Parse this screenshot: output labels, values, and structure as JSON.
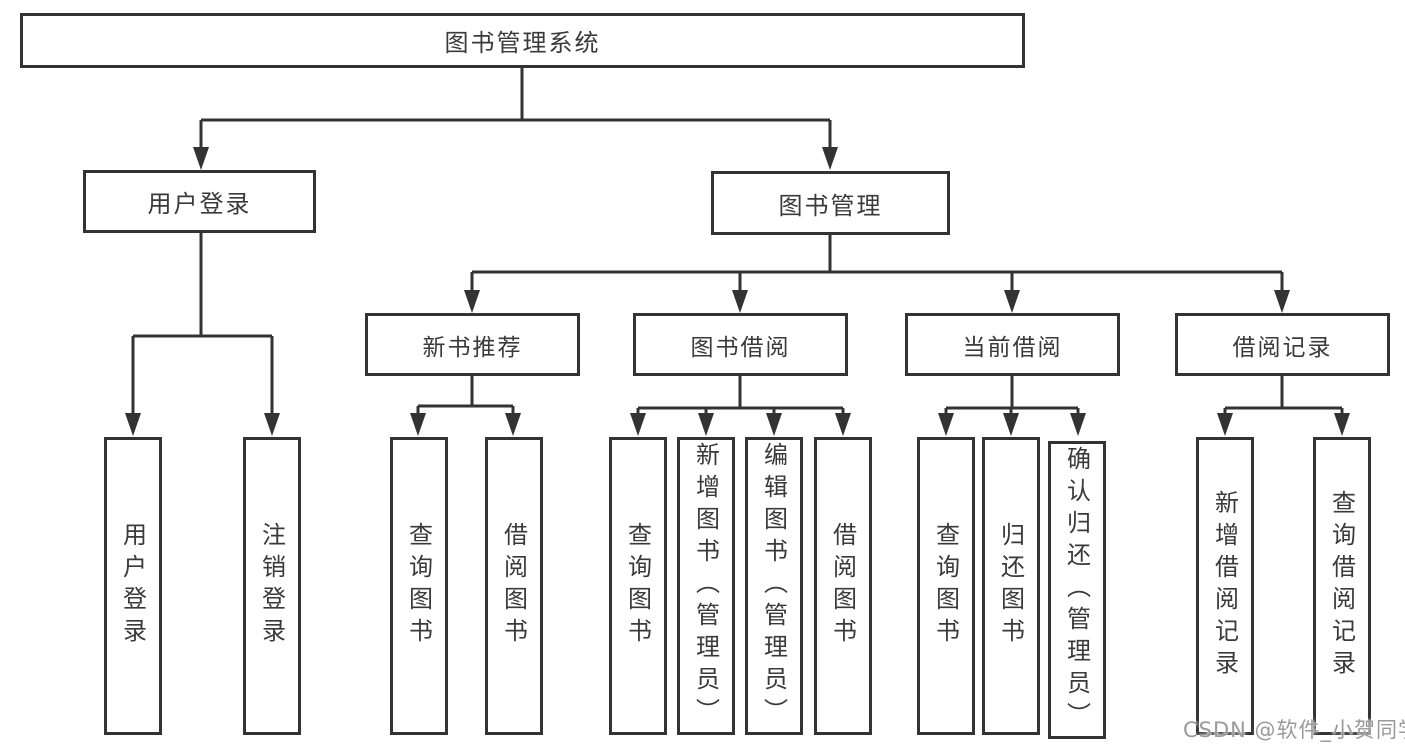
{
  "diagram_type": "hierarchy-chart",
  "tree": {
    "root": "图书管理系统",
    "children": [
      {
        "label": "用户登录",
        "leaves": [
          "用户登录",
          "注销登录"
        ]
      },
      {
        "label": "图书管理",
        "children": [
          {
            "label": "新书推荐",
            "leaves": [
              "查询图书",
              "借阅图书"
            ]
          },
          {
            "label": "图书借阅",
            "leaves": [
              "查询图书",
              "新增图书（管理员）",
              "编辑图书（管理员）",
              "借阅图书"
            ]
          },
          {
            "label": "当前借阅",
            "leaves": [
              "查询图书",
              "归还图书",
              "确认归还（管理员）"
            ]
          },
          {
            "label": "借阅记录",
            "leaves": [
              "新增借阅记录",
              "查询借阅记录"
            ]
          }
        ]
      }
    ]
  },
  "watermark": {
    "text": "CSDN @软件_小贺同学"
  },
  "colors": {
    "line": "#333333",
    "box_border": "#333333",
    "box_fill": "#ffffff",
    "text": "#3a3a3a",
    "watermark": "#9a9a9a",
    "background": "#ffffff"
  }
}
